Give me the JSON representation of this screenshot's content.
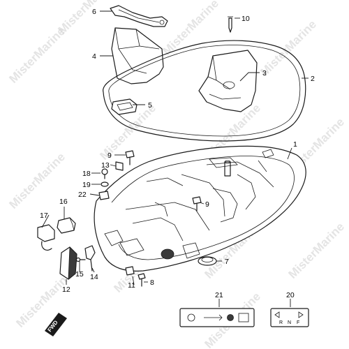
{
  "watermark": "MisterMarine",
  "callouts": [
    {
      "id": "c1",
      "text": "1"
    },
    {
      "id": "c2",
      "text": "2"
    },
    {
      "id": "c3",
      "text": "3"
    },
    {
      "id": "c4",
      "text": "4"
    },
    {
      "id": "c5",
      "text": "5"
    },
    {
      "id": "c6",
      "text": "6"
    },
    {
      "id": "c7",
      "text": "7"
    },
    {
      "id": "c8",
      "text": "8"
    },
    {
      "id": "c9a",
      "text": "9"
    },
    {
      "id": "c9b",
      "text": "9"
    },
    {
      "id": "c10",
      "text": "10"
    },
    {
      "id": "c11",
      "text": "11"
    },
    {
      "id": "c12",
      "text": "12"
    },
    {
      "id": "c13",
      "text": "13"
    },
    {
      "id": "c14",
      "text": "14"
    },
    {
      "id": "c15",
      "text": "15"
    },
    {
      "id": "c16",
      "text": "16"
    },
    {
      "id": "c17",
      "text": "17"
    },
    {
      "id": "c18",
      "text": "18"
    },
    {
      "id": "c19",
      "text": "19"
    },
    {
      "id": "c20",
      "text": "20"
    },
    {
      "id": "c21",
      "text": "21"
    },
    {
      "id": "c22",
      "text": "22"
    }
  ],
  "fwd_badge": "FWD",
  "shift_label": {
    "r": "R",
    "n": "N",
    "f": "F"
  }
}
